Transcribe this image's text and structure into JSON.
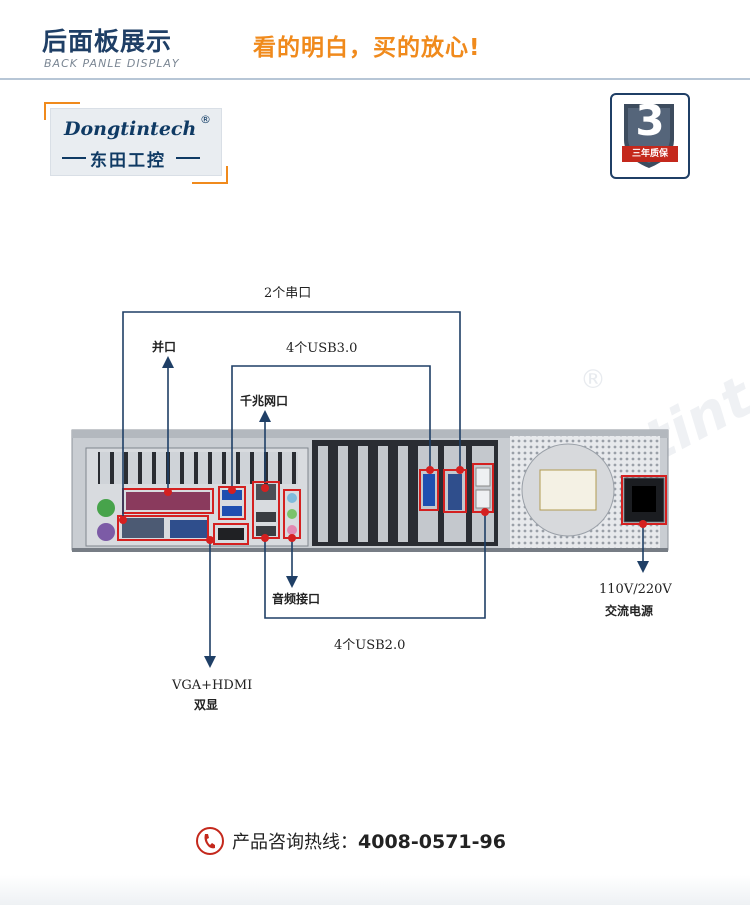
{
  "header": {
    "title_cn": "后面板展示",
    "title_en": "BACK PANLE DISPLAY",
    "slogan": "看的明白，买的放心!"
  },
  "logo": {
    "brand_en": "Dongtintech",
    "registered": "®",
    "brand_cn": "东田工控"
  },
  "badge": {
    "number": "3",
    "label": "三年质保"
  },
  "callouts": {
    "serial": "2个串口",
    "parallel": "并口",
    "usb3": "4个USB3.0",
    "lan": "千兆网口",
    "audio": "音频接口",
    "usb2": "4个USB2.0",
    "display": "VGA+HDMI",
    "display_sub": "双显",
    "power": "110V/220V",
    "power_sub": "交流电源"
  },
  "colors": {
    "accent": "#f08a1c",
    "navy": "#1f3f66",
    "callout_line": "#1f3f66",
    "highlight": "#d42020"
  },
  "footer": {
    "icon": "phone-icon",
    "label": "产品咨询热线：",
    "phone": "4008-0571-96"
  }
}
